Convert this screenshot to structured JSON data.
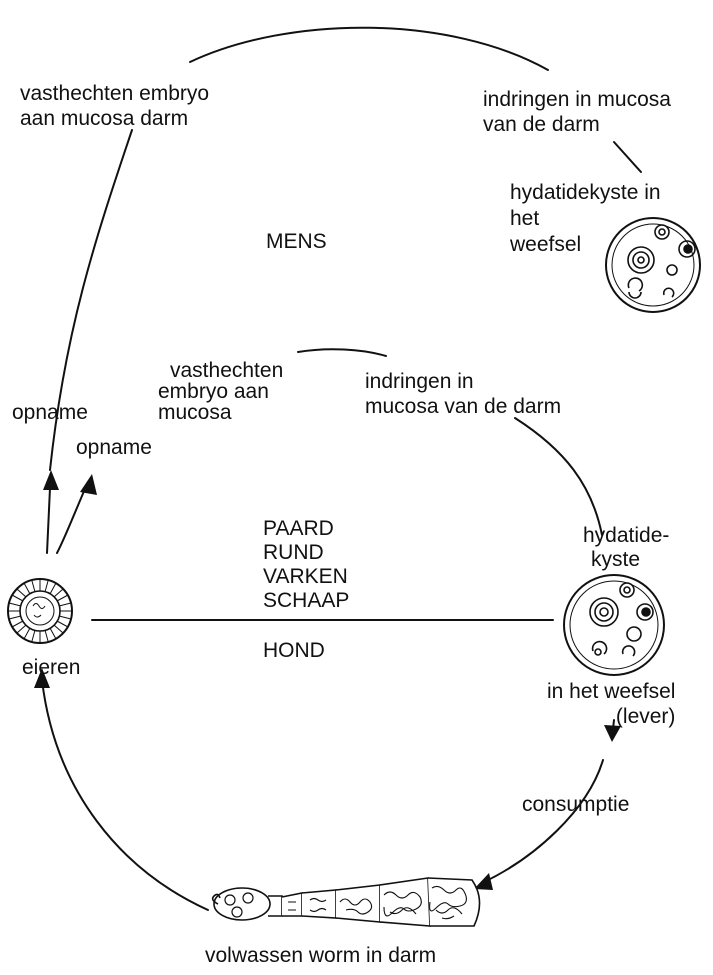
{
  "colors": {
    "ink": "#111111",
    "background": "#ffffff"
  },
  "human_cycle": {
    "attach_label": [
      "vasthechten embryo",
      "aan mucosa darm"
    ],
    "penetrate_label": [
      "indringen in mucosa",
      "van de darm"
    ],
    "cyst_label": [
      "hydatidekyste in",
      "het",
      "weefsel"
    ],
    "host_label": "MENS",
    "uptake_label": "opname"
  },
  "animal_cycle": {
    "attach_label": [
      "vasthechten",
      "embryo aan",
      "mucosa"
    ],
    "penetrate_label": [
      "indringen in",
      "mucosa van de darm"
    ],
    "uptake_label": "opname",
    "hosts": [
      "PAARD",
      "RUND",
      "VARKEN",
      "SCHAAP"
    ],
    "cyst_label": [
      "hydatide-",
      "kyste"
    ],
    "tissue_label": [
      "in het weefsel",
      "(lever)"
    ]
  },
  "dog_cycle": {
    "host_label": "HOND",
    "eggs_label": "eieren",
    "consumption_label": "consumptie",
    "adult_worm_label": "volwassen worm in darm"
  },
  "icons": [
    "egg-icon",
    "hydatid-cyst-icon",
    "adult-worm-icon",
    "arrowhead-icon"
  ]
}
